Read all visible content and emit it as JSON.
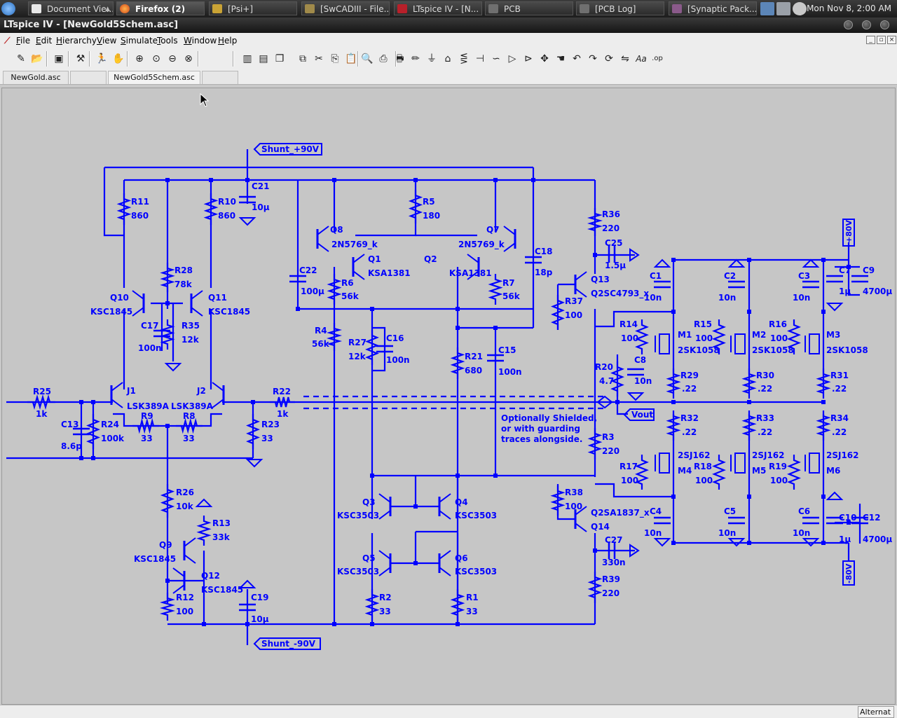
{
  "taskbar": {
    "tasks": [
      {
        "label": "Document Vie..."
      },
      {
        "label": "Firefox (2)"
      },
      {
        "label": "[Psi+]"
      },
      {
        "label": "[SwCADIII - File..."
      },
      {
        "label": "LTspice IV - [N..."
      },
      {
        "label": "PCB"
      },
      {
        "label": "[PCB Log]"
      },
      {
        "label": "[Synaptic Pack..."
      }
    ],
    "clock": "Mon Nov  8,  2:00 AM"
  },
  "window": {
    "title": "LTspice IV - [NewGold5Schem.asc]"
  },
  "menu": {
    "items": [
      {
        "first": "F",
        "rest": "ile"
      },
      {
        "first": "E",
        "rest": "dit"
      },
      {
        "first": "H",
        "rest": "ierarchy"
      },
      {
        "first": "V",
        "rest": "iew"
      },
      {
        "first": "S",
        "rest": "imulate"
      },
      {
        "first": "T",
        "rest": "ools"
      },
      {
        "first": "W",
        "rest": "indow"
      },
      {
        "first": "H",
        "rest": "elp"
      }
    ]
  },
  "tabs": [
    {
      "label": "NewGold.asc"
    },
    {
      "label": ""
    },
    {
      "label": "NewGold5Schem.asc"
    },
    {
      "label": ""
    }
  ],
  "toolbar": {
    "icons": [
      "new-schematic-icon",
      "open-icon",
      "save-icon",
      "control-panel-icon",
      "run-icon",
      "halt-icon",
      "zoom-in-icon",
      "pan-icon",
      "zoom-out-icon",
      "zoom-fit-icon",
      "tile-vertical-icon",
      "tile-horizontal-icon",
      "cascade-icon",
      "close-window-icon",
      "cut-icon",
      "copy-icon",
      "paste-icon",
      "find-icon",
      "print-preview-icon",
      "print-icon",
      "draw-wire-icon",
      "ground-icon",
      "label-net-icon",
      "resistor-icon",
      "capacitor-icon",
      "inductor-icon",
      "diode-icon",
      "component-icon",
      "move-icon",
      "drag-icon",
      "undo-icon",
      "redo-icon",
      "rotate-icon",
      "mirror-icon",
      "text-icon",
      "spice-directive-icon"
    ]
  },
  "schematic": {
    "color": "#0000ff",
    "components": [
      {
        "ref": "R11",
        "value": "860"
      },
      {
        "ref": "R10",
        "value": "860"
      },
      {
        "ref": "C21",
        "value": "10µ"
      },
      {
        "ref": "R5",
        "value": "180"
      },
      {
        "ref": "R36",
        "value": "220"
      },
      {
        "ref": "Q8",
        "value": "2N5769_k"
      },
      {
        "ref": "Q7",
        "value": "2N5769_k"
      },
      {
        "ref": "Q1",
        "value": "KSA1381"
      },
      {
        "ref": "Q2",
        "value": "KSA1381"
      },
      {
        "ref": "C18",
        "value": "18p"
      },
      {
        "ref": "C25",
        "value": "1.5µ"
      },
      {
        "ref": "Q13",
        "value": "Q2SC4793_x"
      },
      {
        "ref": "R28",
        "value": "78k"
      },
      {
        "ref": "C22",
        "value": "100µ"
      },
      {
        "ref": "R6",
        "value": "56k"
      },
      {
        "ref": "R7",
        "value": "56k"
      },
      {
        "ref": "Q10",
        "value": "KSC1845"
      },
      {
        "ref": "Q11",
        "value": "KSC1845"
      },
      {
        "ref": "R37",
        "value": "100"
      },
      {
        "ref": "C17",
        "value": "100n"
      },
      {
        "ref": "R35",
        "value": "12k"
      },
      {
        "ref": "R4",
        "value": "56k"
      },
      {
        "ref": "R27",
        "value": "12k"
      },
      {
        "ref": "C16",
        "value": "100n"
      },
      {
        "ref": "R21",
        "value": "680"
      },
      {
        "ref": "C15",
        "value": "100n"
      },
      {
        "ref": "R14",
        "value": "100"
      },
      {
        "ref": "R15",
        "value": "100"
      },
      {
        "ref": "R16",
        "value": "100"
      },
      {
        "ref": "M1",
        "value": "2SK1058"
      },
      {
        "ref": "M2",
        "value": "2SK1058"
      },
      {
        "ref": "M3",
        "value": "2SK1058"
      },
      {
        "ref": "C1",
        "value": "10n"
      },
      {
        "ref": "C2",
        "value": "10n"
      },
      {
        "ref": "C3",
        "value": "10n"
      },
      {
        "ref": "C7",
        "value": "1µ"
      },
      {
        "ref": "C9",
        "value": "4700µ"
      },
      {
        "ref": "R20",
        "value": "4.7"
      },
      {
        "ref": "C8",
        "value": "10n"
      },
      {
        "ref": "R29",
        "value": ".22"
      },
      {
        "ref": "R30",
        "value": ".22"
      },
      {
        "ref": "R31",
        "value": ".22"
      },
      {
        "ref": "R25",
        "value": "1k"
      },
      {
        "ref": "R22",
        "value": "1k"
      },
      {
        "ref": "J1",
        "value": "LSK389A"
      },
      {
        "ref": "J2",
        "value": "LSK389A"
      },
      {
        "ref": "C13",
        "value": "8.6p"
      },
      {
        "ref": "R24",
        "value": "100k"
      },
      {
        "ref": "R9",
        "value": "33"
      },
      {
        "ref": "R8",
        "value": "33"
      },
      {
        "ref": "R23",
        "value": "33"
      },
      {
        "ref": "R32",
        "value": ".22"
      },
      {
        "ref": "R33",
        "value": ".22"
      },
      {
        "ref": "R34",
        "value": ".22"
      },
      {
        "ref": "R3",
        "value": "220"
      },
      {
        "ref": "R17",
        "value": "100"
      },
      {
        "ref": "R18",
        "value": "100"
      },
      {
        "ref": "R19",
        "value": "100"
      },
      {
        "ref": "M4",
        "value": "2SJ162"
      },
      {
        "ref": "M5",
        "value": "2SJ162"
      },
      {
        "ref": "M6",
        "value": "2SJ162"
      },
      {
        "ref": "R26",
        "value": "10k"
      },
      {
        "ref": "R13",
        "value": "33k"
      },
      {
        "ref": "Q3",
        "value": "KSC3503"
      },
      {
        "ref": "Q4",
        "value": "KSC3503"
      },
      {
        "ref": "R38",
        "value": "100"
      },
      {
        "ref": "Q14",
        "value": "Q2SA1837_x"
      },
      {
        "ref": "C4",
        "value": "10n"
      },
      {
        "ref": "C5",
        "value": "10n"
      },
      {
        "ref": "C6",
        "value": "10n"
      },
      {
        "ref": "C10",
        "value": "1µ"
      },
      {
        "ref": "C12",
        "value": "4700µ"
      },
      {
        "ref": "Q9",
        "value": "KSC1845"
      },
      {
        "ref": "Q12",
        "value": "KSC1845"
      },
      {
        "ref": "Q5",
        "value": "KSC3503"
      },
      {
        "ref": "Q6",
        "value": "KSC3503"
      },
      {
        "ref": "C27",
        "value": "330n"
      },
      {
        "ref": "R12",
        "value": "100"
      },
      {
        "ref": "C19",
        "value": "10µ"
      },
      {
        "ref": "R2",
        "value": "33"
      },
      {
        "ref": "R1",
        "value": "33"
      },
      {
        "ref": "R39",
        "value": "220"
      }
    ],
    "net_labels": {
      "shunt_pos": "Shunt_+90V",
      "shunt_neg": "Shunt_-90V",
      "vout": "Vout",
      "pos80": "+80V",
      "neg80": "-80V"
    },
    "comment": [
      "Optionally Shielded,",
      "or with guarding",
      "traces alongside."
    ]
  },
  "status": {
    "text": "Alternat"
  }
}
